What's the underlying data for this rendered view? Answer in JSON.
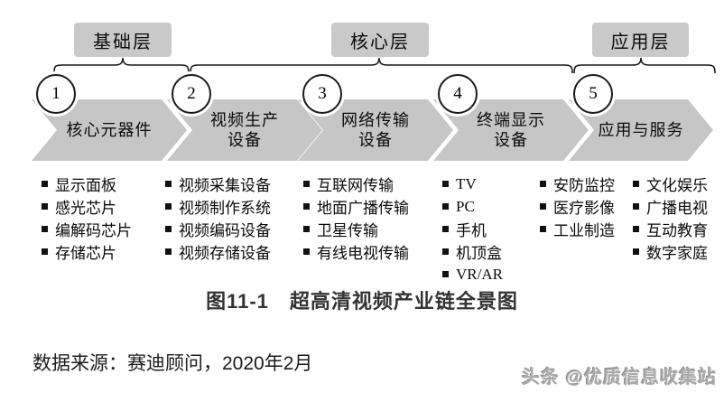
{
  "colors": {
    "arrow_gray": "#c6c6c6",
    "layer_box_gray": "#c9c9c9",
    "line_black": "#1a1a1a",
    "caption_gray": "#333333",
    "watermark_gray": "#aaaaaa"
  },
  "layers": [
    {
      "label": "基础层"
    },
    {
      "label": "核心层"
    },
    {
      "label": "应用层"
    }
  ],
  "stages": [
    {
      "num": "1",
      "label_lines": [
        "核心元器件"
      ],
      "items": [
        "显示面板",
        "感光芯片",
        "编解码芯片",
        "存储芯片"
      ]
    },
    {
      "num": "2",
      "label_lines": [
        "视频生产",
        "设备"
      ],
      "items": [
        "视频采集设备",
        "视频制作系统",
        "视频编码设备",
        "视频存储设备"
      ]
    },
    {
      "num": "3",
      "label_lines": [
        "网络传输",
        "设备"
      ],
      "items": [
        "互联网传输",
        "地面广播传输",
        "卫星传输",
        "有线电视传输"
      ]
    },
    {
      "num": "4",
      "label_lines": [
        "终端显示",
        "设备"
      ],
      "items": [
        "TV",
        "PC",
        "手机",
        "机顶盒",
        "VR/AR"
      ]
    },
    {
      "num": "5",
      "label_lines": [
        "应用与服务"
      ],
      "items": [
        "安防监控",
        "医疗影像",
        "工业制造"
      ],
      "items2": [
        "文化娱乐",
        "广播电视",
        "互动教育",
        "数字家庭"
      ]
    }
  ],
  "caption": "图11-1　超高清视频产业链全景图",
  "source": "数据来源：赛迪顾问，2020年2月",
  "watermark": "头条 @优质信息收集站"
}
